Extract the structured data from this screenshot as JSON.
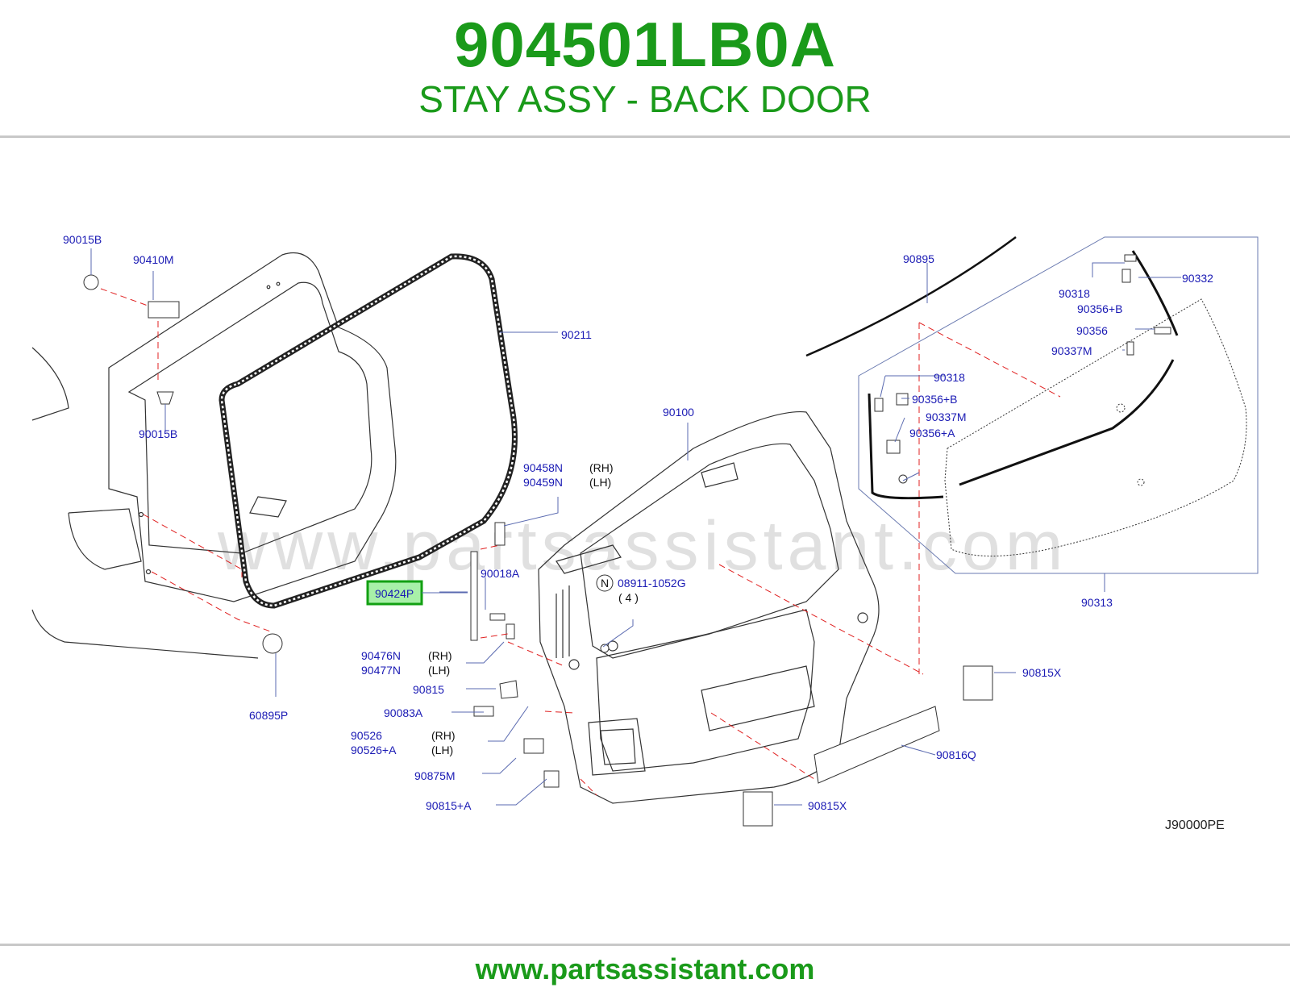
{
  "header": {
    "part_number": "904501LB0A",
    "description": "STAY ASSY - BACK DOOR"
  },
  "diagram": {
    "watermark": "www.partsassistant.com",
    "highlight": "90424P",
    "code": "J90000PE",
    "labels": {
      "p90015B_top": "90015B",
      "p90410M": "90410M",
      "p90015B_bot": "90015B",
      "p90211": "90211",
      "p90895": "90895",
      "p90318_a": "90318",
      "p90332": "90332",
      "p90356B_a": "90356+B",
      "p90356": "90356",
      "p90337M_a": "90337M",
      "p90318_b": "90318",
      "p90356B_b": "90356+B",
      "p90337M_b": "90337M",
      "p90356A": "90356+A",
      "p90100": "90100",
      "p90458N": "90458N",
      "p90459N": "90459N",
      "p90018A": "90018A",
      "p08911": "08911-1052G",
      "p08911_qty": "( 4 )",
      "p08911_n": "N",
      "p90313": "90313",
      "p90476N": "90476N",
      "p90477N": "90477N",
      "p90815": "90815",
      "p90083A": "90083A",
      "p90526": "90526",
      "p90526A": "90526+A",
      "p90875M": "90875M",
      "p90815A": "90815+A",
      "p60895P": "60895P",
      "p90815X_a": "90815X",
      "p90816Q": "90816Q",
      "p90815X_b": "90815X"
    },
    "sides": {
      "rh": "(RH)",
      "lh": "(LH)"
    }
  },
  "footer": {
    "url": "www.partsassistant.com"
  },
  "colors": {
    "brand": "#1a9a1a",
    "label": "#1a1ab4",
    "dash": "#e02020",
    "highlight_bg": "#a8f0a8"
  }
}
